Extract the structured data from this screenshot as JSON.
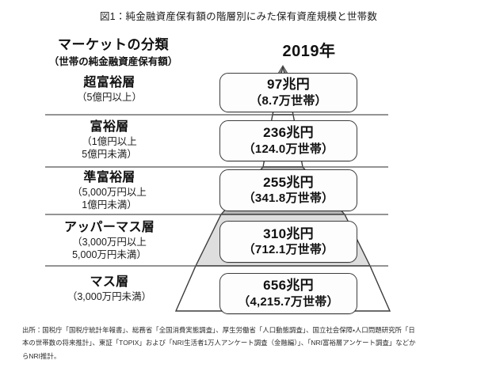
{
  "figure": {
    "title": "図1：純金融資産保有額の階層別にみた保有資産規模と世帯数",
    "left_header_main": "マーケットの分類",
    "left_header_sub": "（世帯の純金融資産保有額）",
    "year_header": "2019年"
  },
  "tiers": [
    {
      "name": "超富裕層",
      "range": "（5億円以上）",
      "amount": "97兆円",
      "households": "（8.7万世帯）"
    },
    {
      "name": "富裕層",
      "range": "（1億円以上\n5億円未満）",
      "range_line1": "（1億円以上",
      "range_line2": "5億円未満）",
      "amount": "236兆円",
      "households": "（124.0万世帯）"
    },
    {
      "name": "準富裕層",
      "range_line1": "（5,000万円以上",
      "range_line2": "1億円未満）",
      "amount": "255兆円",
      "households": "（341.8万世帯）"
    },
    {
      "name": "アッパーマス層",
      "range_line1": "（3,000万円以上",
      "range_line2": "5,000万円未満）",
      "amount": "310兆円",
      "households": "（712.1万世帯）"
    },
    {
      "name": "マス層",
      "range_line1": "（3,000万円未満）",
      "range_line2": "",
      "amount": "656兆円",
      "households": "（4,215.7万世帯）"
    }
  ],
  "source": {
    "line1": "出所：国税庁「国税庁統計年報書」、総務省「全国消費実態調査」、厚生労働省「人口動態調査」、国立社会保障・人口問題研究所「日",
    "line2": "本の世帯数の将来推計」、東証「TOPIX」および「NRI生活者1万人アンケート調査（金融編）」、「NRI富裕層アンケート調査」などか",
    "line3": "らNRI推計。"
  },
  "colors": {
    "pyramid_dark": "#b9b9b9",
    "pyramid_light": "#dedede",
    "pyramid_white": "#ffffff",
    "outline": "#3c3c3c",
    "divider": "#555555",
    "apex": "#8a8a8a"
  },
  "chart_data": {
    "type": "bar",
    "title": "図1：純金融資産保有額の階層別にみた保有資産規模と世帯数",
    "subtitle": "2019年",
    "xlabel": "",
    "ylabel": "",
    "categories": [
      "超富裕層",
      "富裕層",
      "準富裕層",
      "アッパーマス層",
      "マス層"
    ],
    "series": [
      {
        "name": "保有資産規模（兆円）",
        "values": [
          97,
          236,
          255,
          310,
          656
        ]
      },
      {
        "name": "世帯数（万世帯）",
        "values": [
          8.7,
          124.0,
          341.8,
          712.1,
          4215.7
        ]
      }
    ],
    "category_ranges": [
      "5億円以上",
      "1億円以上5億円未満",
      "5,000万円以上1億円未満",
      "3,000万円以上5,000万円未満",
      "3,000万円未満"
    ],
    "grid": false,
    "legend": "none",
    "annotations": [
      "出所：国税庁「国税庁統計年報書」、総務省「全国消費実態調査」、厚生労働省「人口動態調査」、国立社会保障・人口問題研究所「日本の世帯数の将来推計」、東証「TOPIX」および「NRI生活者1万人アンケート調査（金融編）」、「NRI富裕層アンケート調査」などからNRI推計。"
    ]
  }
}
